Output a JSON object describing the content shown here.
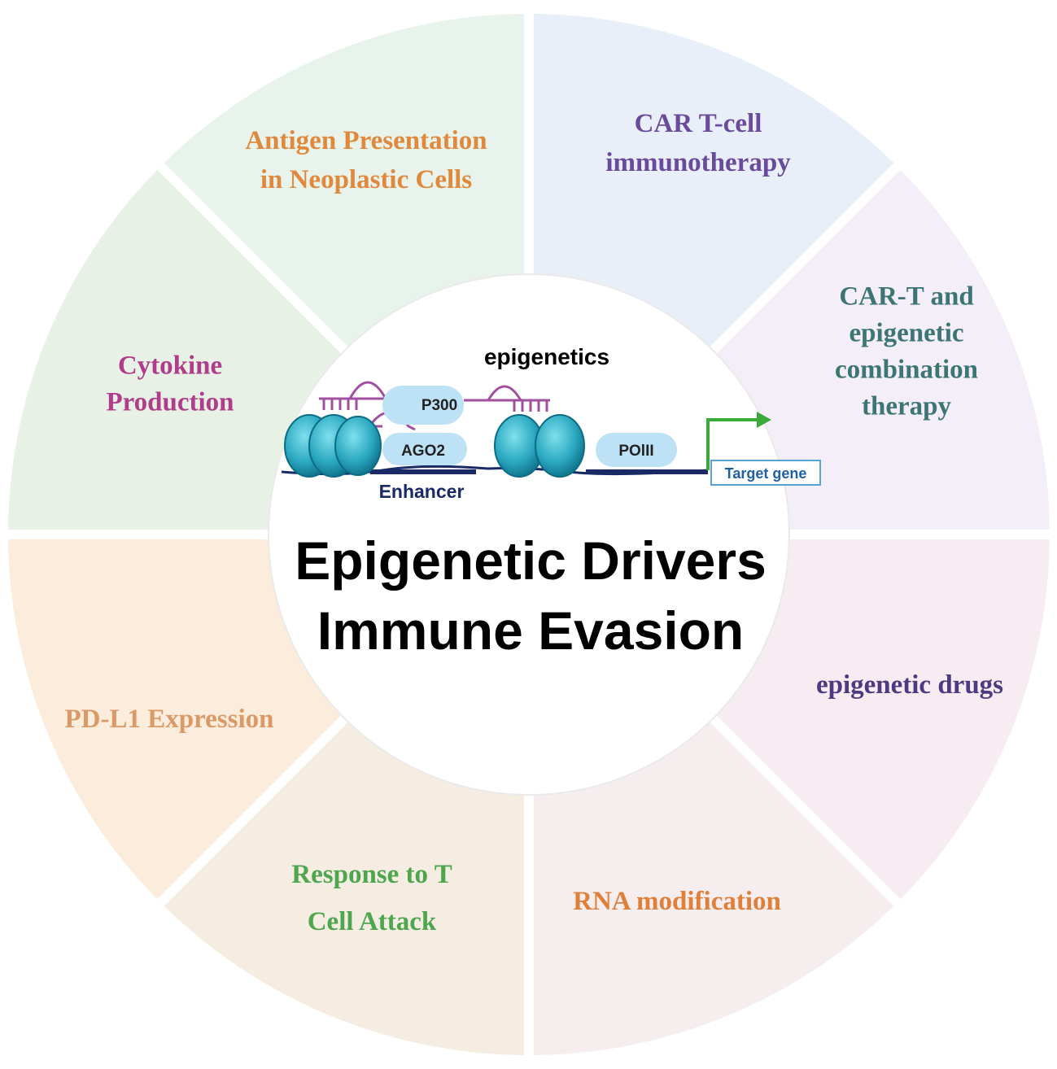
{
  "center": {
    "title_lines": [
      "Epigenetic Drivers",
      "Immune Evasion"
    ]
  },
  "mechanism": {
    "heading": "epigenetics",
    "p300": "P300",
    "ago2": "AGO2",
    "polii": "POlII",
    "enhancer": "Enhancer",
    "target_gene": "Target gene"
  },
  "segments": [
    {
      "id": "car-t-cell",
      "lines": [
        "CAR T-cell",
        "immunotherapy"
      ],
      "fill": "#e8eff9",
      "color": "#6a4a9c"
    },
    {
      "id": "car-t-epigenetic",
      "lines": [
        "CAR-T and",
        "epigenetic",
        "combination",
        "therapy"
      ],
      "fill": "#f3eef8",
      "color": "#3d7575"
    },
    {
      "id": "epigenetic-drugs",
      "lines": [
        "epigenetic drugs"
      ],
      "fill": "#f8ecf3",
      "color": "#4d3a80"
    },
    {
      "id": "rna-modification",
      "lines": [
        "RNA modification"
      ],
      "fill": "#f6eeee",
      "color": "#e07f3a"
    },
    {
      "id": "response-t-cell",
      "lines": [
        "Response to T",
        "Cell Attack"
      ],
      "fill": "#f5ece2",
      "color": "#4ea64e"
    },
    {
      "id": "pd-l1",
      "lines": [
        "PD-L1 Expression"
      ],
      "fill": "#fbecdb",
      "color": "#d99a68"
    },
    {
      "id": "cytokine",
      "lines": [
        "Cytokine",
        "Production"
      ],
      "fill": "#e8f1e5",
      "color": "#b03d8a"
    },
    {
      "id": "antigen",
      "lines": [
        "Antigen Presentation",
        "in Neoplastic Cells"
      ],
      "fill": "#e8f3ec",
      "color": "#e0893c"
    }
  ]
}
